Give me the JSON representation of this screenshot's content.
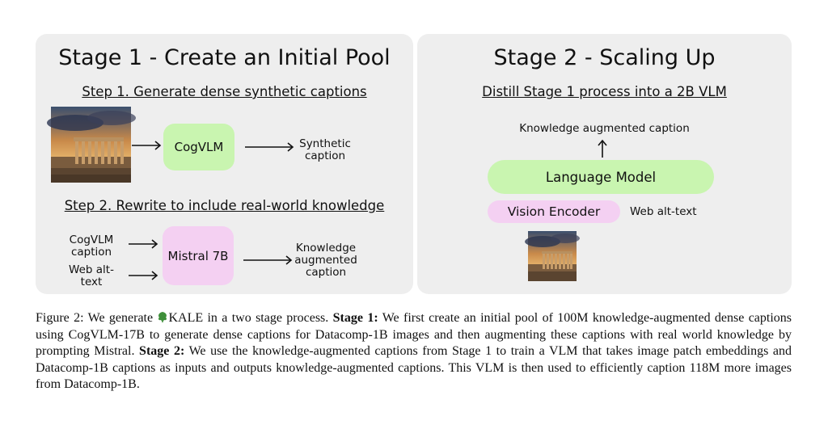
{
  "stage1": {
    "title": "Stage 1 - Create an Initial Pool",
    "step1": "Step 1. Generate dense synthetic captions",
    "cogvlm": "CogVLM",
    "synthetic_caption": [
      "Synthetic",
      "caption"
    ],
    "step2": "Step 2. Rewrite to include real-world knowledge",
    "cogvlm_caption": [
      "CogVLM",
      "caption"
    ],
    "web_alt_text": [
      "Web alt-",
      "text"
    ],
    "mistral": "Mistral 7B",
    "knowledge_caption": [
      "Knowledge",
      "augmented",
      "caption"
    ]
  },
  "stage2": {
    "title": "Stage 2 - Scaling Up",
    "subtitle": "Distill Stage 1 process into a 2B VLM",
    "output_label": "Knowledge augmented caption",
    "language_model": "Language Model",
    "vision_encoder": "Vision Encoder",
    "web_alt_text": "Web alt-text"
  },
  "caption": {
    "figure_label": "Figure 2:",
    "p1": "We generate",
    "kale": "KALE in a two stage process.",
    "stage1_label": "Stage 1:",
    "p2": "We first create an initial pool of 100M knowledge-augmented dense captions using CogVLM-17B to generate dense captions for Datacomp-1B images and then augmenting these captions with real world knowledge by prompting Mistral.",
    "stage2_label": "Stage 2:",
    "p3": "We use the knowledge-augmented captions from Stage 1 to train a VLM that takes image patch embeddings and Datacomp-1B captions as inputs and outputs knowledge-augmented captions. This VLM is then used to efficiently caption 118M more images from Datacomp-1B."
  },
  "colors": {
    "panel": "#eeeeee",
    "green_box": "#c9f5b0",
    "pink_box": "#f4d0f2",
    "kale_leaf": "#3f8f3a"
  },
  "icons": {
    "temple_photo": "ruined-temple-photo",
    "kale_logo": "kale-leaf-icon"
  }
}
